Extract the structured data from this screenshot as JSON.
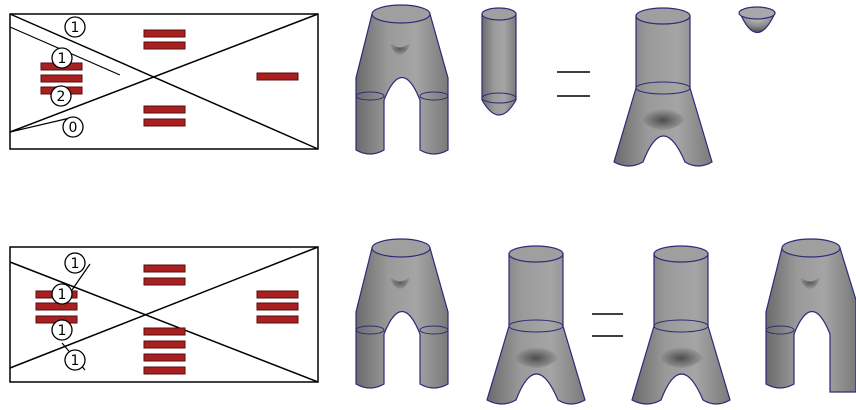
{
  "colors": {
    "background": "#ffffff",
    "line": "#000000",
    "bar_fill": "#a82020",
    "bar_stroke": "#5a0c0c",
    "surface_light": "#a9a9a9",
    "surface_dark": "#2e2e2e",
    "surface_stroke": "#2b2b7a"
  },
  "top_row": {
    "labels": [
      "1",
      "1",
      "2",
      "0"
    ],
    "equation_sign": "="
  },
  "bottom_row": {
    "labels": [
      "1",
      "1",
      "1",
      "1"
    ],
    "equation_sign": "="
  }
}
